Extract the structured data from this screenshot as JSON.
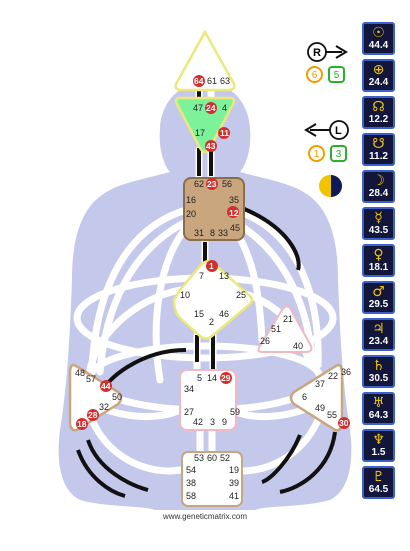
{
  "footer": "www.geneticmatrix.com",
  "variables": {
    "top_arrow_letter": "R",
    "top_left_num": "6",
    "top_right_num": "5",
    "bottom_arrow_letter": "L",
    "bottom_left_num": "1",
    "bottom_right_num": "3"
  },
  "planets": [
    {
      "name": "sun-icon",
      "symbol": "☉",
      "value": "44.4"
    },
    {
      "name": "earth-icon",
      "symbol": "⊕",
      "value": "24.4"
    },
    {
      "name": "north-node-icon",
      "symbol": "☊",
      "value": "12.2"
    },
    {
      "name": "south-node-icon",
      "symbol": "☋",
      "value": "11.2"
    },
    {
      "name": "moon-icon",
      "symbol": "☽",
      "value": "28.4"
    },
    {
      "name": "mercury-icon",
      "symbol": "☿",
      "value": "43.5"
    },
    {
      "name": "venus-icon",
      "symbol": "♀",
      "value": "18.1"
    },
    {
      "name": "mars-icon",
      "symbol": "♂",
      "value": "29.5"
    },
    {
      "name": "jupiter-icon",
      "symbol": "♃",
      "value": "23.4"
    },
    {
      "name": "saturn-icon",
      "symbol": "♄",
      "value": "30.5"
    },
    {
      "name": "uranus-icon",
      "symbol": "♅",
      "value": "64.3"
    },
    {
      "name": "neptune-icon",
      "symbol": "♆",
      "value": "1.5"
    },
    {
      "name": "pluto-icon",
      "symbol": "♇",
      "value": "64.5"
    }
  ],
  "gates": {
    "head": [
      "64",
      "61",
      "63"
    ],
    "ajna": [
      "47",
      "24",
      "4",
      "17",
      "11",
      "43"
    ],
    "throat": [
      "62",
      "23",
      "56",
      "16",
      "35",
      "20",
      "12",
      "31",
      "8",
      "33",
      "45"
    ],
    "g": [
      "1",
      "7",
      "13",
      "10",
      "25",
      "15",
      "2",
      "46"
    ],
    "heart": [
      "21",
      "51",
      "26",
      "40"
    ],
    "spleen": [
      "48",
      "57",
      "44",
      "50",
      "32",
      "28",
      "18"
    ],
    "sacral": [
      "34",
      "5",
      "14",
      "29",
      "27",
      "59",
      "42",
      "3",
      "9"
    ],
    "solar": [
      "36",
      "22",
      "37",
      "6",
      "49",
      "55",
      "30"
    ],
    "root": [
      "53",
      "60",
      "52",
      "54",
      "19",
      "38",
      "39",
      "58",
      "41"
    ]
  }
}
